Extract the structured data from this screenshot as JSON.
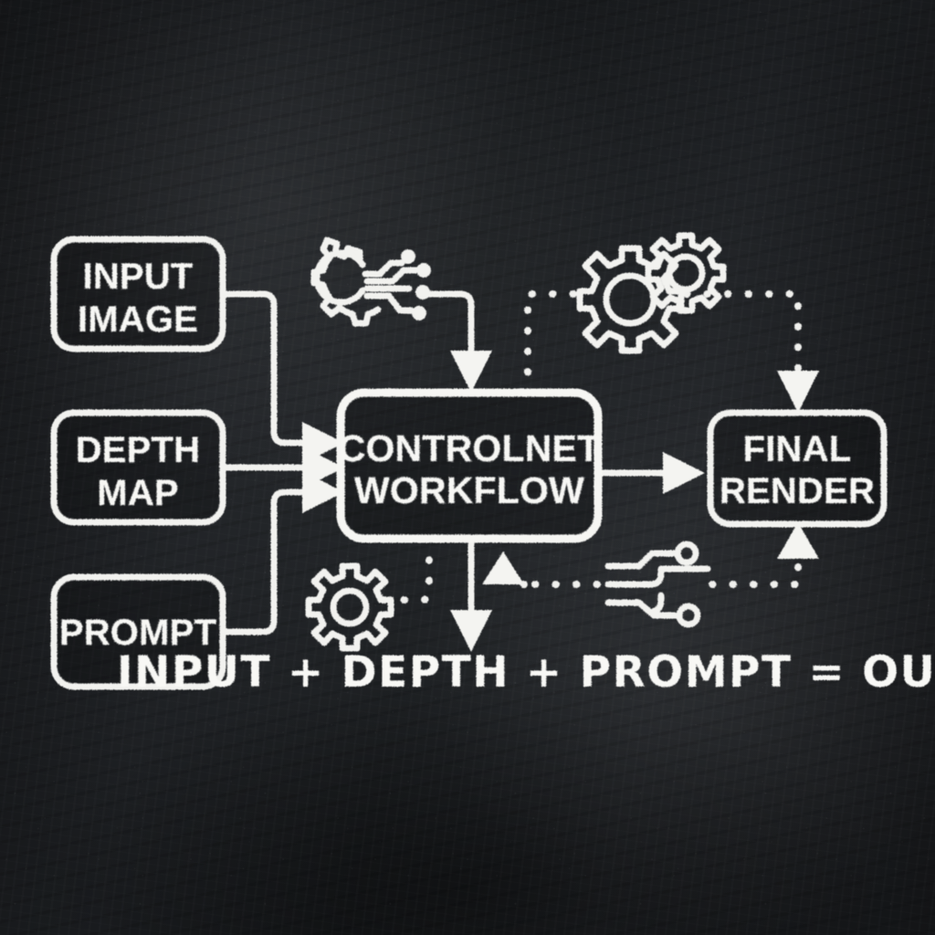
{
  "board": {
    "style": "chalkboard",
    "background_color": "#212428",
    "chalk_color": "#f2f2ef"
  },
  "diagram": {
    "title_equation": "INPUT + DEPTH + PROMPT = OUTPUT",
    "nodes": [
      {
        "id": "input-image",
        "line1": "INPUT",
        "line2": "IMAGE",
        "role": "input"
      },
      {
        "id": "depth-map",
        "line1": "DEPTH",
        "line2": "MAP",
        "role": "input"
      },
      {
        "id": "prompt",
        "line1": "PROMPT",
        "line2": "",
        "role": "input"
      },
      {
        "id": "controlnet",
        "line1": "CONTROLNET",
        "line2": "WORKFLOW",
        "role": "process"
      },
      {
        "id": "final-render",
        "line1": "FINAL",
        "line2": "RENDER",
        "role": "output"
      }
    ],
    "icons": [
      {
        "id": "gear-circuit-icon",
        "name": "gear-circuit-icon"
      },
      {
        "id": "gears-pair-icon",
        "name": "gears-pair-icon"
      },
      {
        "id": "gear-small-icon",
        "name": "gear-small-icon"
      },
      {
        "id": "circuit-branch-icon",
        "name": "circuit-branch-icon"
      }
    ],
    "connections": [
      {
        "from": "input-image",
        "to": "controlnet",
        "style": "solid"
      },
      {
        "from": "depth-map",
        "to": "controlnet",
        "style": "solid"
      },
      {
        "from": "prompt",
        "to": "controlnet",
        "style": "solid"
      },
      {
        "from": "controlnet",
        "to": "final-render",
        "style": "solid"
      },
      {
        "from": "controlnet",
        "to": "final-render",
        "style": "dotted"
      },
      {
        "from": "final-render",
        "to": "controlnet",
        "style": "dotted"
      },
      {
        "from": "gear-circuit-icon",
        "to": "controlnet",
        "style": "solid"
      },
      {
        "from": "controlnet",
        "to": "equation",
        "style": "solid"
      }
    ]
  }
}
